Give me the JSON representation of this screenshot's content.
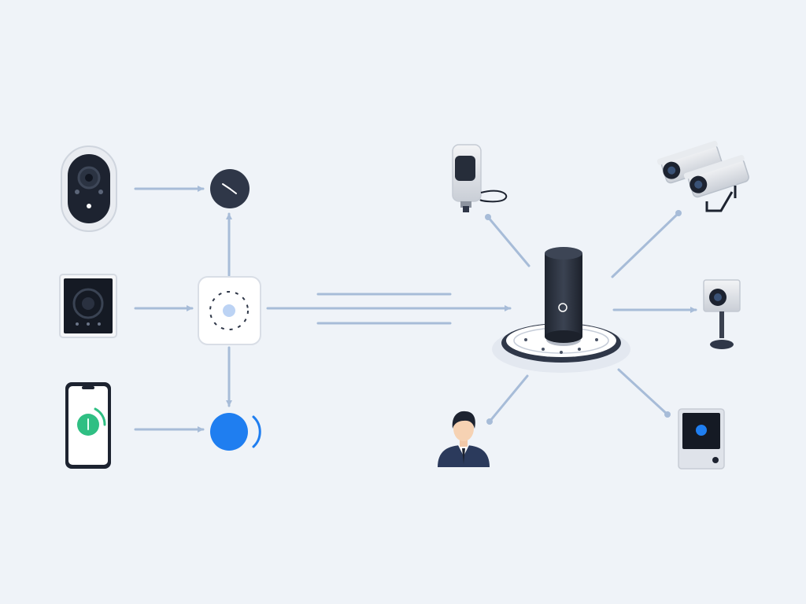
{
  "diagram": {
    "colors": {
      "background": "#eff3f8",
      "connector": "#a7bcd8",
      "dark": "#2f3748",
      "accent_blue": "#1f7ef0",
      "accent_green": "#2fbf83",
      "hub_base": "#3a4150"
    },
    "nodes": [
      {
        "key": "doorbell",
        "icon": "video-doorbell-icon"
      },
      {
        "key": "smart_display",
        "icon": "smart-display-icon"
      },
      {
        "key": "phone",
        "icon": "smartphone-app-icon"
      },
      {
        "key": "clock",
        "icon": "clock-icon"
      },
      {
        "key": "bridge",
        "icon": "smart-hub-icon"
      },
      {
        "key": "status",
        "icon": "blue-status-indicator-icon"
      },
      {
        "key": "central_hub",
        "icon": "central-hub-speaker-icon"
      },
      {
        "key": "indoor_camera",
        "icon": "indoor-camera-icon"
      },
      {
        "key": "bullet_cameras",
        "icon": "bullet-cameras-icon"
      },
      {
        "key": "cube_camera",
        "icon": "cube-camera-icon"
      },
      {
        "key": "user",
        "icon": "user-avatar-icon"
      },
      {
        "key": "keypad",
        "icon": "control-panel-icon"
      }
    ],
    "edges": [
      {
        "from": "doorbell",
        "to": "clock"
      },
      {
        "from": "smart_display",
        "to": "bridge"
      },
      {
        "from": "phone",
        "to": "status"
      },
      {
        "from": "bridge",
        "to": "clock"
      },
      {
        "from": "bridge",
        "to": "status"
      },
      {
        "from": "bridge",
        "to": "central_hub"
      },
      {
        "from": "central_hub",
        "to": "indoor_camera"
      },
      {
        "from": "central_hub",
        "to": "bullet_cameras"
      },
      {
        "from": "central_hub",
        "to": "cube_camera"
      },
      {
        "from": "central_hub",
        "to": "user"
      },
      {
        "from": "central_hub",
        "to": "keypad"
      }
    ]
  }
}
